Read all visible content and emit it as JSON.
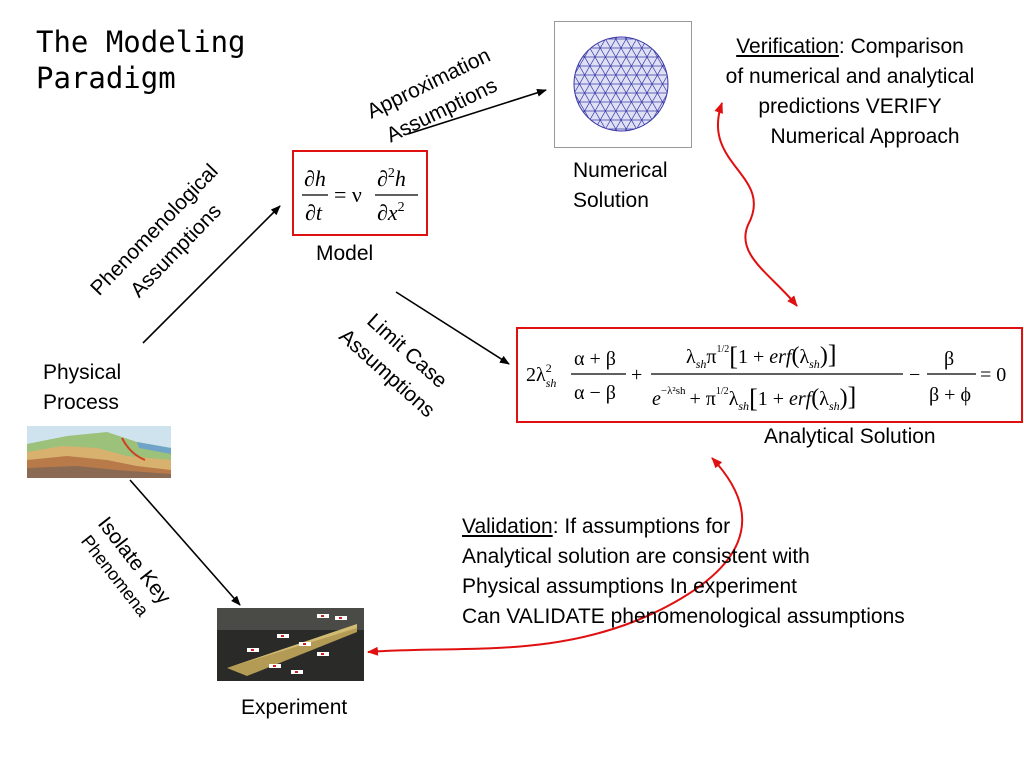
{
  "title": {
    "line1": "The Modeling",
    "line2": "Paradigm"
  },
  "labels": {
    "approximation": {
      "line1": "Approximation",
      "line2": "Assumptions"
    },
    "phenomenological": {
      "line1": "Phenomenological",
      "line2": "Assumptions"
    },
    "limit_case": {
      "line1": "Limit Case",
      "line2": "Assumptions"
    },
    "isolate": {
      "line1": "Isolate Key",
      "line2": "Phenomena"
    }
  },
  "nodes": {
    "model": "Model",
    "numerical": {
      "line1": "Numerical",
      "line2": "Solution"
    },
    "analytical": "Analytical Solution",
    "physical": {
      "line1": "Physical",
      "line2": "Process"
    },
    "experiment": "Experiment"
  },
  "verification": {
    "term": "Verification",
    "line1": ": Comparison",
    "line2": "of numerical and analytical",
    "line3": "predictions VERIFY",
    "line4": "Numerical Approach"
  },
  "validation": {
    "term": "Validation",
    "line1": ": If assumptions for",
    "line2": "Analytical solution are consistent with",
    "line3": "Physical assumptions In experiment",
    "line4": "Can VALIDATE phenomenological assumptions"
  },
  "equations": {
    "model": {
      "lhs_num": "∂h",
      "lhs_den": "∂t",
      "eq": "= ν",
      "rhs_num": "∂²h",
      "rhs_den": "∂x²"
    },
    "analytical": {
      "term1": "2λ²sh",
      "frac1_num": "α + β",
      "frac1_den": "α − β",
      "plus": "+",
      "frac2_num": "λsh π½ [1 + erf(λsh)]",
      "frac2_den": "e^(−λ²sh) + π½ λsh [1 + erf(λsh)]",
      "minus": "−",
      "frac3_num": "β",
      "frac3_den": "β + φ",
      "rhs": "= 0"
    }
  },
  "colors": {
    "accent_red": "#e01010",
    "mesh_blue": "#3a3aa8",
    "text": "#000000"
  }
}
